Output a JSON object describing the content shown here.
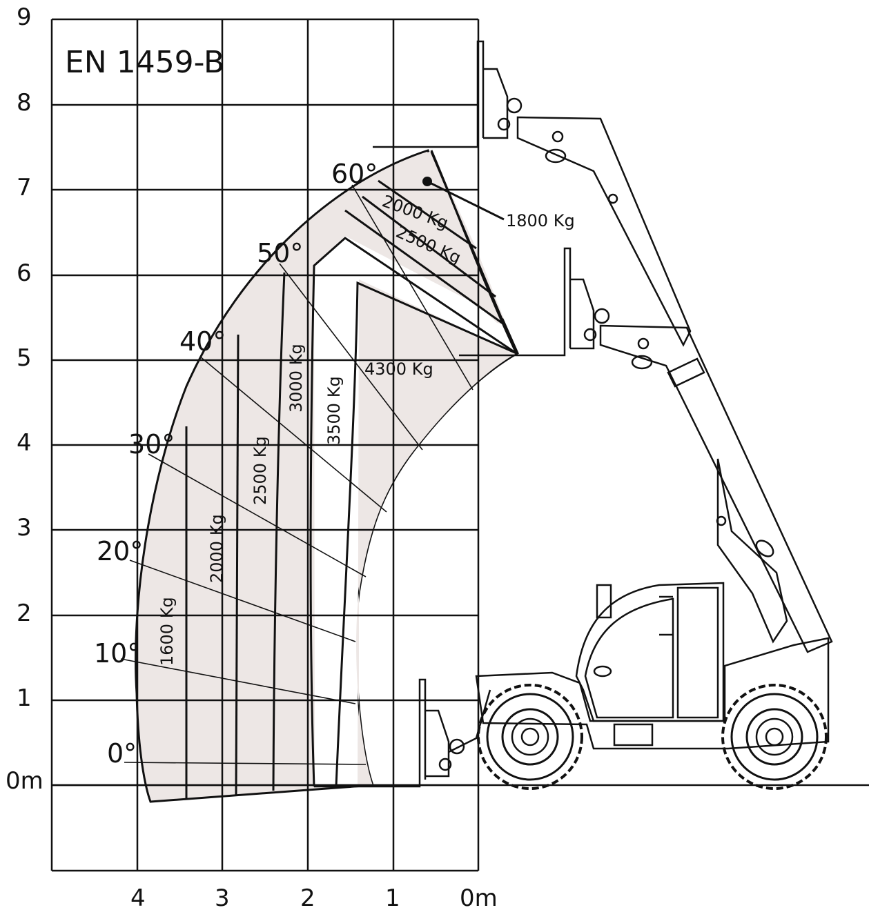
{
  "standard": "EN 1459-B",
  "y_ticks": [
    "9",
    "8",
    "7",
    "6",
    "5",
    "4",
    "3",
    "2",
    "1",
    "0m"
  ],
  "x_ticks": [
    "4",
    "3",
    "2",
    "1",
    "0m"
  ],
  "angles": [
    "60°",
    "50°",
    "40°",
    "30°",
    "20°",
    "10°",
    "0°"
  ],
  "outer_loads": [
    "1600 Kg",
    "2000 Kg",
    "2500 Kg",
    "3000 Kg",
    "3500 Kg"
  ],
  "inner_loads": [
    "4300 Kg",
    "2000 Kg",
    "2500 Kg"
  ],
  "tip_load": "1800 Kg",
  "colors": {
    "zone_fill": "#ede7e5",
    "line": "#111111",
    "background": "#ffffff"
  }
}
